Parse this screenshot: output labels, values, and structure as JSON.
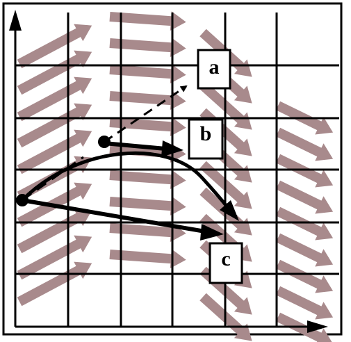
{
  "colors": {
    "background": "#ffffff",
    "field_arrow": "#a88a8c",
    "grid": "#000000",
    "curve": "#000000",
    "frame": "#000000"
  },
  "labels": {
    "a": "a",
    "b": "b",
    "c": "c"
  }
}
